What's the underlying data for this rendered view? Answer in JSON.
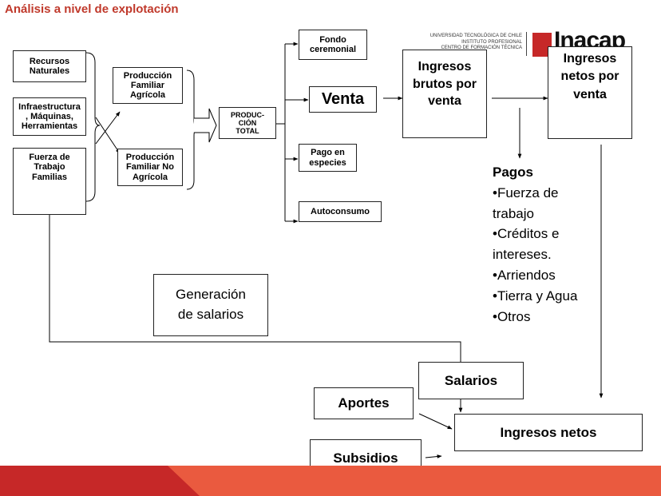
{
  "title": "Análisis a nivel de explotación",
  "logo": {
    "institution": "UNIVERSIDAD TECNOLÓGICA DE CHILE\nINSTITUTO PROFESIONAL\nCENTRO DE FORMACIÓN TÉCNICA",
    "brand": "Inacap",
    "accent": "#c62828"
  },
  "inputs": {
    "recursos": "Recursos\nNaturales",
    "infraestructura": "Infraestructura\n, Máquinas,\nHerramientas",
    "fuerza": "Fuerza de\nTrabajo\nFamilias"
  },
  "produccion": {
    "agricola": "Producción\nFamiliar\nAgrícola",
    "no_agricola": "Producción\nFamiliar No\nAgrícola",
    "total": "PRODUC-\nCIÓN\nTOTAL"
  },
  "destinos": {
    "fondo": "Fondo\nceremonial",
    "venta": "Venta",
    "pago": "Pago en\nespecies",
    "autoconsumo": "Autoconsumo"
  },
  "ingresos": {
    "brutos": "Ingresos\nbrutos por\nventa",
    "netos_venta": "Ingresos\nnetos por\nventa",
    "netos": "Ingresos netos"
  },
  "pagos": {
    "title": "Pagos",
    "items": [
      "Fuerza de trabajo",
      "Créditos e intereses.",
      "Arriendos",
      "Tierra y Agua",
      "Otros"
    ]
  },
  "salarios": {
    "generacion": "Generación\nde salarios",
    "salarios": "Salarios",
    "aportes": "Aportes",
    "subsidios": "Subsidios"
  },
  "colors": {
    "title": "#c0392b",
    "band_dark": "#c62828",
    "band_light": "#ea5a3f"
  }
}
